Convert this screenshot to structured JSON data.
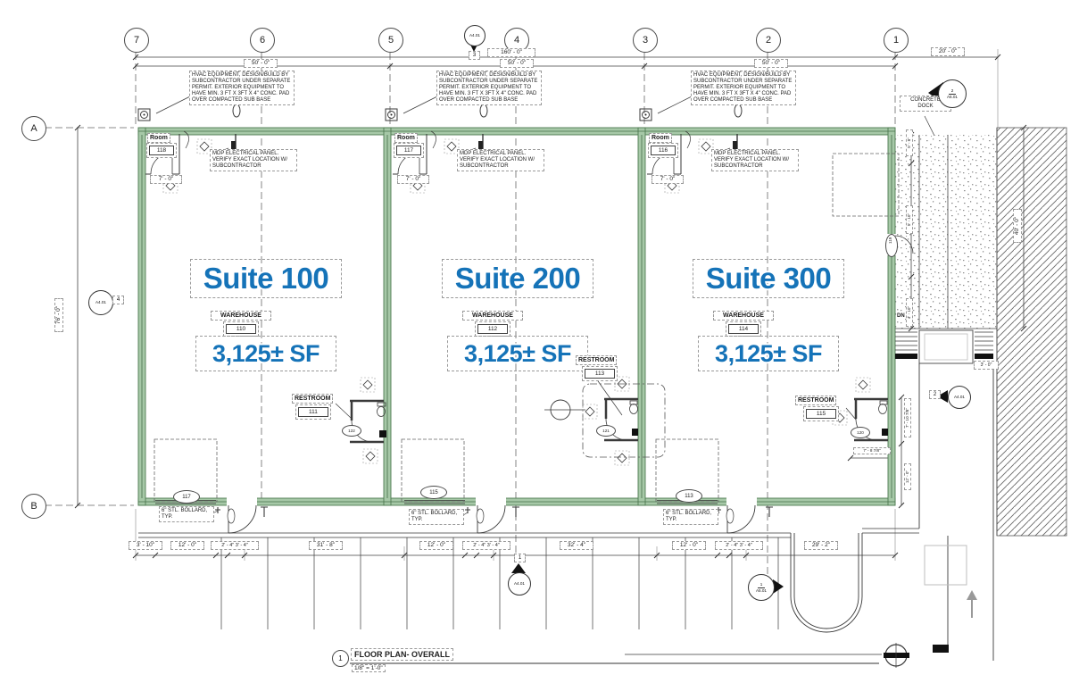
{
  "sheet": {
    "view_number": "1",
    "view_title": "FLOOR PLAN- OVERALL",
    "view_scale": "1/8\" = 1'-0\""
  },
  "grid": {
    "columns": [
      "7",
      "6",
      "5",
      "4",
      "3",
      "2",
      "1"
    ],
    "rows": [
      "A",
      "B"
    ]
  },
  "dimensions": {
    "overall_width": "160' - 0\"",
    "bays": [
      "50' - 0\"",
      "50' - 0\"",
      "50' - 0\""
    ],
    "right_wing": "20' - 0\"",
    "overall_depth": "76' - 0\"",
    "dock_depth": "40' - 0\"",
    "bottom": [
      "3' - 10\"",
      "12' - 0\"",
      "2' - 4\" 3' - 4\"",
      "31' - 8\"",
      "12' - 0\"",
      "2' - 4\" 3' - 4\"",
      "32' - 4\"",
      "12' - 0\"",
      "2' - 4\" 3' - 4\"",
      "29' - 2\""
    ],
    "dock_side": [
      "5' - 8\"",
      "5' - 10\"",
      "4' - 10\""
    ],
    "restroom_right": [
      "7' - 10 7/8\"",
      "12' - 0\""
    ],
    "restroom_below": "7' - 8 7/8\"",
    "stair_width": "3' - 0\""
  },
  "notes": {
    "hvac": "HVAC EQUIPMENT, DESIGN/BUILD BY SUBCONTRACTOR UNDER SEPARATE PERMIT. EXTERIOR EQUIPMENT TO HAVE MIN. 3 FT X 3FT X 4\" CONC. PAD OVER COMPACTED SUB BASE",
    "mdp": "MDP ELECTRICAL PANEL. VERIFY EXACT LOCATION W/ SUBCONTRACTOR",
    "bollard": "6\" STL. BOLLARD, TYP.",
    "concrete_dock": "CONCRETE DOCK",
    "down": "DN"
  },
  "suites": [
    {
      "title": "Suite 100",
      "area": "3,125± SF",
      "warehouse_label": "WAREHOUSE",
      "warehouse_number": "110",
      "room_label": "Room",
      "room_number": "118",
      "room_width": "7' - 0\"",
      "restroom_label": "RESTROOM",
      "restroom_number": "111",
      "restroom_door_tag": "122",
      "storefront_tag": "117"
    },
    {
      "title": "Suite 200",
      "area": "3,125± SF",
      "warehouse_label": "WAREHOUSE",
      "warehouse_number": "112",
      "room_label": "Room",
      "room_number": "117",
      "room_width": "7' - 0\"",
      "restroom_label": "RESTROOM",
      "restroom_number": "113",
      "restroom_door_tag": "121",
      "storefront_tag": "115"
    },
    {
      "title": "Suite 300",
      "area": "3,125± SF",
      "warehouse_label": "WAREHOUSE",
      "warehouse_number": "114",
      "room_label": "Room",
      "room_number": "116",
      "room_width": "7' - 0\"",
      "restroom_label": "RESTROOM",
      "restroom_number": "115",
      "restroom_door_tag": "120",
      "storefront_tag": "113"
    }
  ],
  "tags": {
    "rear_door": "119"
  },
  "markers": {
    "left_elevation": {
      "sheet": "A4.01",
      "num": "4"
    },
    "top_elevation": {
      "sheet": "A4.01",
      "num": "3"
    },
    "bottom_elevation": {
      "sheet": "A4.01",
      "num": "1"
    },
    "right_elevation": {
      "sheet": "A4.01",
      "num": "2"
    },
    "dock_section": {
      "sheet": "A5.01",
      "num": "2"
    },
    "site_section": {
      "sheet": "A5.01",
      "num": "1"
    }
  },
  "colors": {
    "wall": "#a6c8a7",
    "wall_edge": "#4e7a51",
    "suite_text": "#1573b8",
    "line": "#3a3a3a"
  }
}
